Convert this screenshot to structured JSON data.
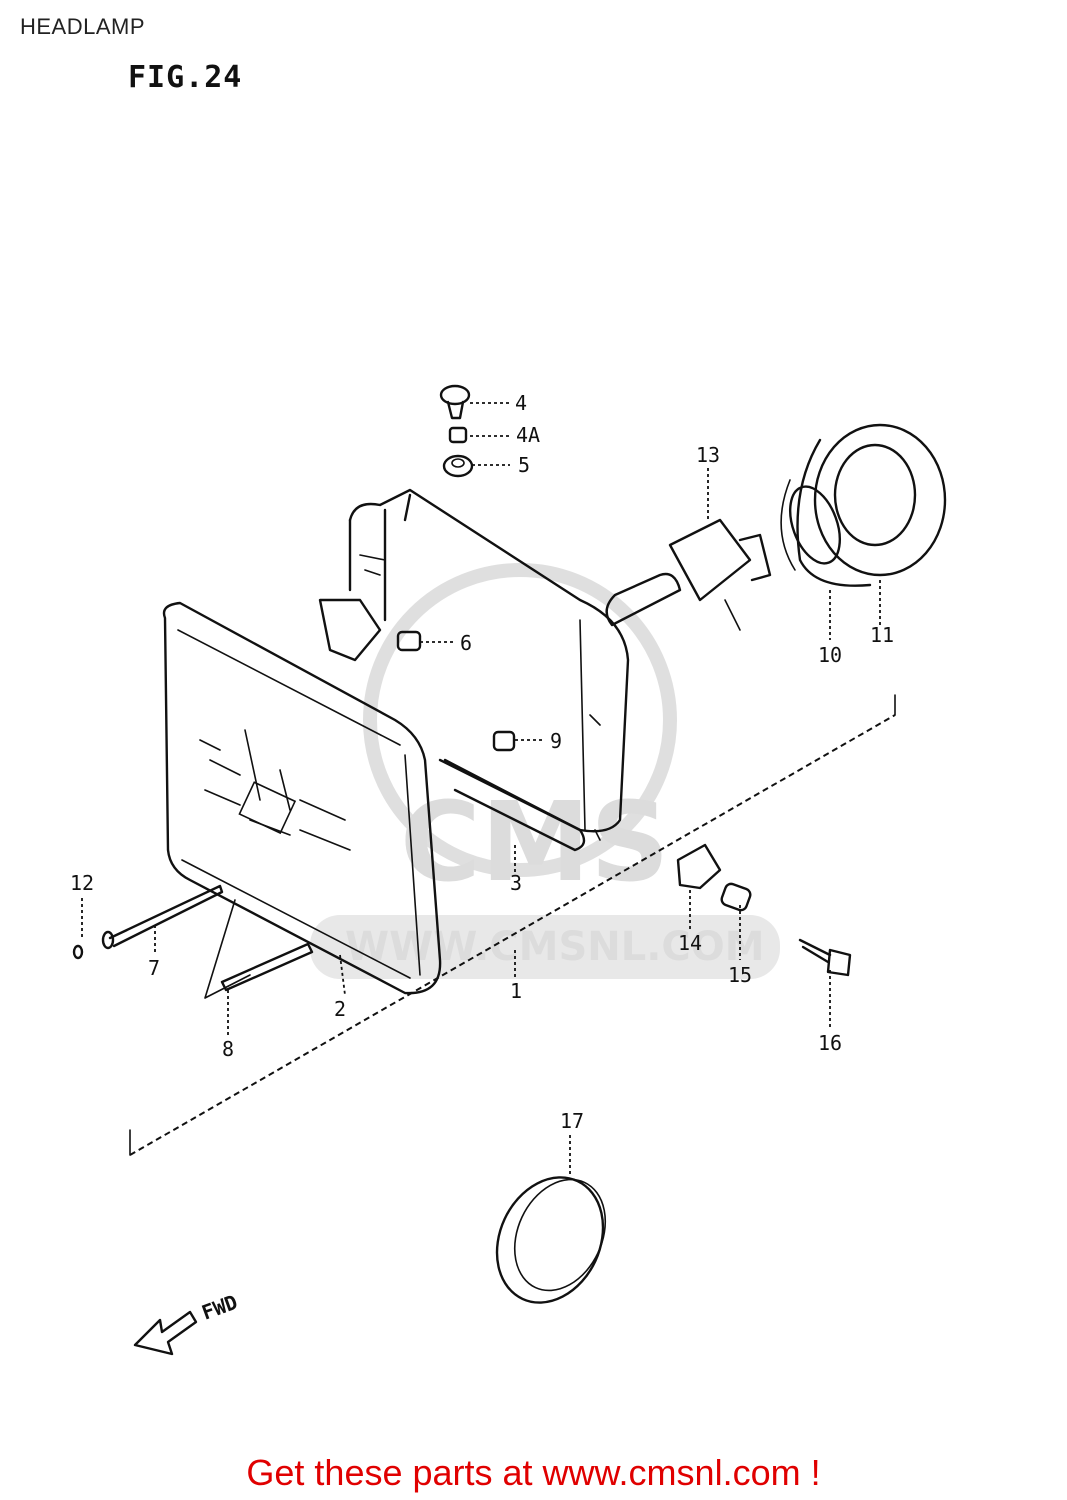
{
  "header": {
    "title": "HEADLAMP",
    "figure": "FIG.24"
  },
  "watermark": {
    "text": "WWW.CMSNL.COM",
    "logo": "CMS"
  },
  "callouts": [
    "4",
    "4A",
    "5",
    "13",
    "6",
    "10",
    "11",
    "9",
    "3",
    "12",
    "7",
    "14",
    "15",
    "16",
    "2",
    "1",
    "8",
    "17"
  ],
  "direction": {
    "label": "FWD",
    "icon": "arrow-left-icon"
  },
  "footer": {
    "text": "Get these parts at www.cmsnl.com !",
    "color": "#e00000"
  }
}
